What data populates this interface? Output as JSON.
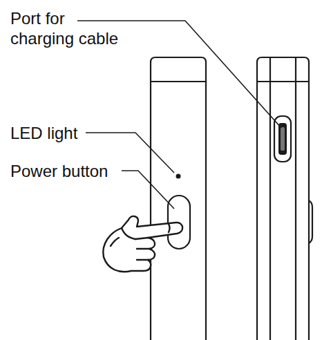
{
  "diagram": {
    "labels": [
      "Port for charging cable",
      "LED light",
      "Power button"
    ]
  }
}
